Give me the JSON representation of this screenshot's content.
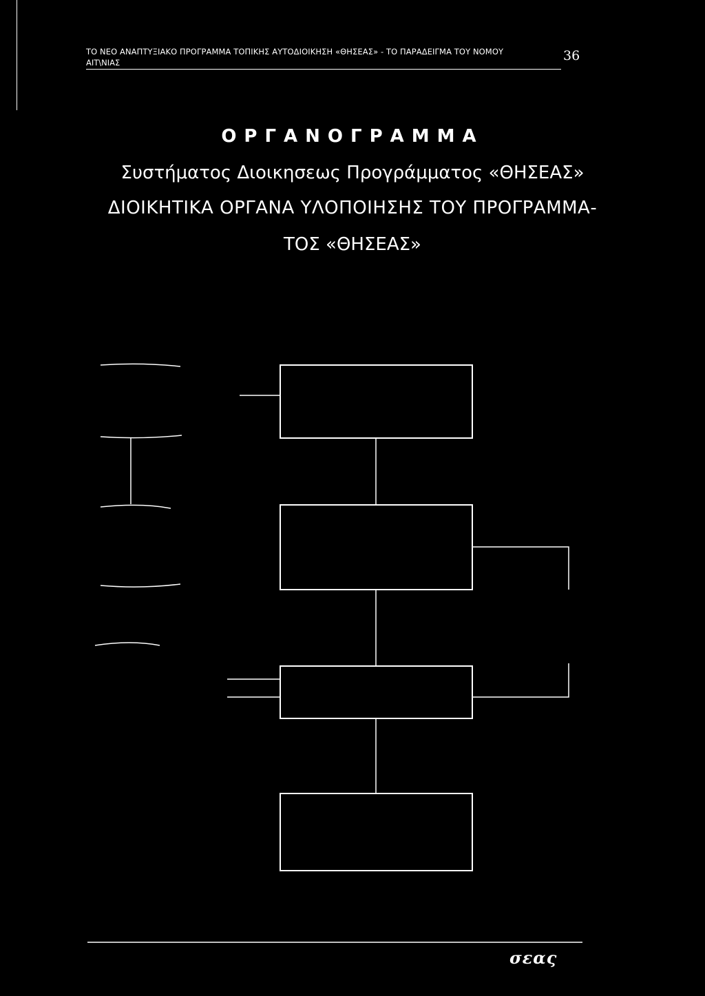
{
  "header": {
    "line1": "ΤΟ ΝΕΟ ΑΝΑΠΤΥΞΙΑΚΟ ΠΡΟΓΡΑΜΜΑ ΤΟΠΙΚΗΣ ΑΥΤΟΔΙΟΙΚΗΣΗ «ΘΗΣΕΑΣ» - ΤΟ ΠΑΡΑΔΕΙΓΜΑ ΤΟΥ ΝΟΜΟΥ",
    "line2": "ΑΙΤ\\ΝΙΑΣ",
    "page_number": "36"
  },
  "title": "ΟΡΓΑΝΟΓΡΑΜΜΑ",
  "subtitle": "Συστήματος Διοικησεως Προγράμματος «ΘΗΣΕΑΣ»",
  "heading": {
    "line1": "ΔΙΟΙΚΗΤΙΚΑ ΟΡΓΑΝΑ ΥΛΟΠΟΙΗΣΗΣ ΤΟΥ ΠΡΟΓΡΑΜΜΑ-",
    "line2": "ΤΟΣ «ΘΗΣΕΑΣ»"
  },
  "footer": {
    "mark": "σεας"
  }
}
